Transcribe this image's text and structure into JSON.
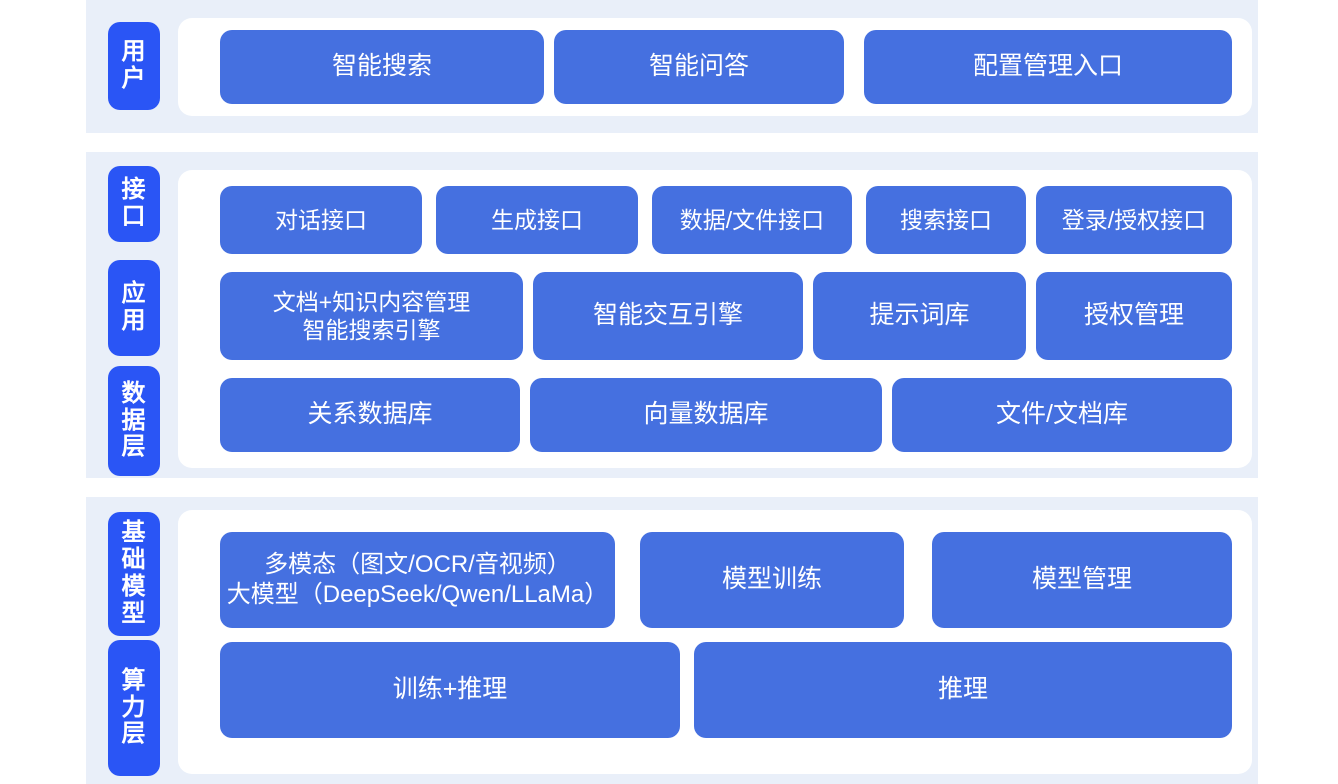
{
  "diagram": {
    "title": "AI platform layered architecture",
    "colors": {
      "band_bg": "#e9eff9",
      "card_bg": "#ffffff",
      "chip_blue": "#2a55f5",
      "box_blue": "#4570e0",
      "text_white": "#ffffff",
      "page_bg": "#ffffff"
    },
    "layers": [
      {
        "id": "user",
        "chip_label": "用户",
        "rows": [
          {
            "id": "user-row",
            "boxes": [
              {
                "label": "智能搜索"
              },
              {
                "label": "智能问答"
              },
              {
                "label": "配置管理入口"
              }
            ]
          }
        ]
      },
      {
        "id": "interface",
        "chip_label": "接口",
        "rows": [
          {
            "id": "interface-row",
            "boxes": [
              {
                "label": "对话接口"
              },
              {
                "label": "生成接口"
              },
              {
                "label": "数据/文件接口"
              },
              {
                "label": "搜索接口"
              },
              {
                "label": "登录/授权接口"
              }
            ]
          }
        ]
      },
      {
        "id": "application",
        "chip_label": "应用",
        "rows": [
          {
            "id": "application-row",
            "boxes": [
              {
                "label": "文档+知识内容管理\n智能搜索引擎"
              },
              {
                "label": "智能交互引擎"
              },
              {
                "label": "提示词库"
              },
              {
                "label": "授权管理"
              }
            ]
          }
        ]
      },
      {
        "id": "data",
        "chip_label": "数据层",
        "rows": [
          {
            "id": "data-row",
            "boxes": [
              {
                "label": "关系数据库"
              },
              {
                "label": "向量数据库"
              },
              {
                "label": "文件/文档库"
              }
            ]
          }
        ]
      },
      {
        "id": "foundation-model",
        "chip_label": "基础模型",
        "rows": [
          {
            "id": "foundation-row",
            "boxes": [
              {
                "label": "多模态（图文/OCR/音视频）\n大模型（DeepSeek/Qwen/LLaMa）"
              },
              {
                "label": "模型训练"
              },
              {
                "label": "模型管理"
              }
            ]
          }
        ]
      },
      {
        "id": "compute",
        "chip_label": "算力层",
        "rows": [
          {
            "id": "compute-row",
            "boxes": [
              {
                "label": "训练+推理"
              },
              {
                "label": "推理"
              }
            ]
          }
        ]
      }
    ]
  }
}
